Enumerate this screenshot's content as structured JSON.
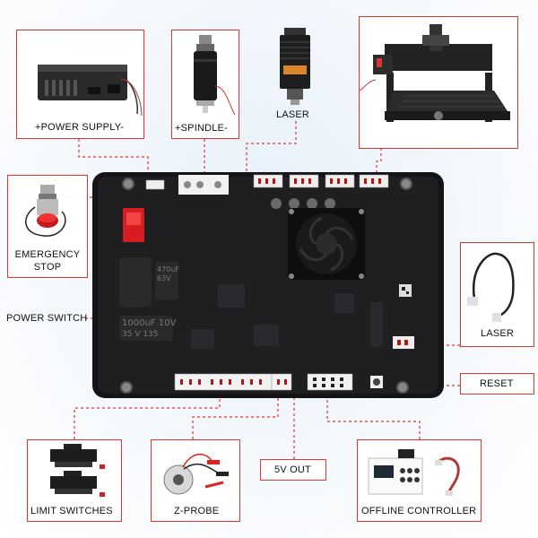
{
  "labels": {
    "power_supply": "+POWER SUPPLY-",
    "spindle": "+SPINDLE-",
    "laser_top": "LASER",
    "emergency_stop_line1": "EMERGENCY",
    "emergency_stop_line2": "STOP",
    "power_switch": "POWER SWITCH",
    "laser_right": "LASER",
    "reset": "RESET",
    "limit_switches": "LIMIT SWITCHES",
    "z_probe": "Z-PROBE",
    "five_v_out": "5V OUT",
    "offline_controller": "OFFLINE CONTROLLER"
  },
  "board_text": {
    "cap_large": "1000uF 10V",
    "cap_large_2": "35 V 135",
    "cap_small": "470uF",
    "cap_small_2": "63V"
  },
  "colors": {
    "accent_red": "#e3342f",
    "board": "#1c1c1e",
    "switch_red": "#d81c24",
    "header_white": "#f2f2f2"
  }
}
